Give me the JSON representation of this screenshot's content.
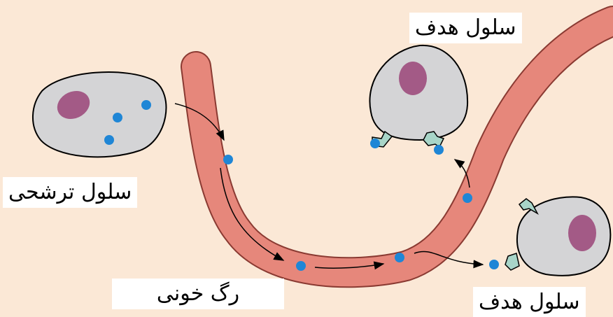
{
  "labels": {
    "secreting_cell": "سلول ترشحی",
    "target_cell_top": "سلول هدف",
    "target_cell_bottom": "سلول هدف",
    "blood_vessel": "رگ خونی"
  },
  "colors": {
    "background": "#fbe8d6",
    "cell_fill": "#d4d4d6",
    "nucleus": "#a35a86",
    "vessel_fill": "#e6877b",
    "vessel_outline": "#8a3a32",
    "hormone": "#1f86d6",
    "receptor": "#a8d5c8"
  }
}
